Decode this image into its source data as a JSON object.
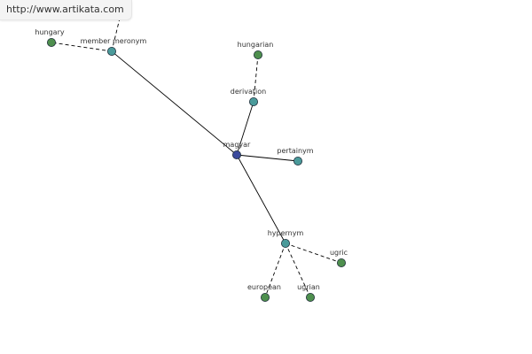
{
  "watermark": {
    "url": "http://www.artikata.com"
  },
  "graph": {
    "colors": {
      "edge": "#000000",
      "root_fill": "#3b4a9c",
      "relation_fill": "#4a9a9a",
      "word_fill": "#4e8f4e",
      "node_stroke": "#1f2d3a",
      "label": "#333333"
    },
    "nodes": [
      {
        "id": "magyar",
        "label": "magyar",
        "kind": "root"
      },
      {
        "id": "member-meronym",
        "label": "member meronym",
        "kind": "relation"
      },
      {
        "id": "derivation",
        "label": "derivation",
        "kind": "relation"
      },
      {
        "id": "pertainym",
        "label": "pertainym",
        "kind": "relation"
      },
      {
        "id": "hypernym",
        "label": "hypernym",
        "kind": "relation"
      },
      {
        "id": "hungary",
        "label": "hungary",
        "kind": "word"
      },
      {
        "id": "hungarian",
        "label": "hungarian",
        "kind": "word"
      },
      {
        "id": "european",
        "label": "european",
        "kind": "word"
      },
      {
        "id": "ugrian",
        "label": "ugrian",
        "kind": "word"
      },
      {
        "id": "ugric",
        "label": "ugric",
        "kind": "word"
      }
    ],
    "edges": [
      {
        "from": "magyar",
        "to": "member-meronym",
        "style": "solid"
      },
      {
        "from": "magyar",
        "to": "derivation",
        "style": "solid"
      },
      {
        "from": "magyar",
        "to": "pertainym",
        "style": "solid"
      },
      {
        "from": "magyar",
        "to": "hypernym",
        "style": "solid"
      },
      {
        "from": "member-meronym",
        "to": "hungary",
        "style": "dashed"
      },
      {
        "from": "member-meronym",
        "to": "offscreen-top",
        "style": "dashed"
      },
      {
        "from": "derivation",
        "to": "hungarian",
        "style": "dashed"
      },
      {
        "from": "hypernym",
        "to": "european",
        "style": "dashed"
      },
      {
        "from": "hypernym",
        "to": "ugrian",
        "style": "dashed"
      },
      {
        "from": "hypernym",
        "to": "ugric",
        "style": "dashed"
      }
    ]
  }
}
